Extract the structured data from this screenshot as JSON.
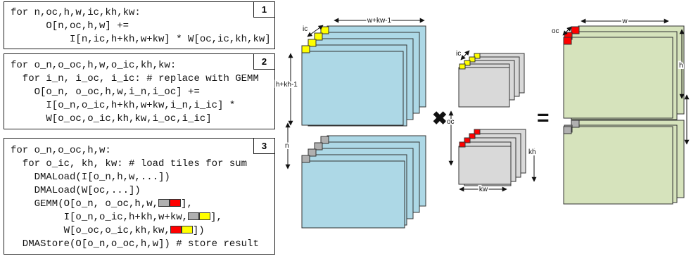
{
  "box1": {
    "number": "1",
    "lines": [
      "for n,oc,h,w,ic,kh,kw:",
      "      O[n,oc,h,w] +=",
      "          I[n,ic,h+kh,w+kw] * W[oc,ic,kh,kw]"
    ]
  },
  "box2": {
    "number": "2",
    "lines": [
      "for o_n,o_oc,h,w,o_ic,kh,kw:",
      "  for i_n, i_oc, i_ic: # replace with GEMM",
      "    O[o_n, o_oc,h,w,i_n,i_oc] +=",
      "      I[o_n,o_ic,h+kh,w+kw,i_n,i_ic] *",
      "      W[o_oc,o_ic,kh,kw,i_oc,i_ic]"
    ]
  },
  "box3": {
    "number": "3",
    "lines": [
      "for o_n,o_oc,h,w:",
      "  for o_ic, kh, kw: # load tiles for sum",
      "    DMALoad(I[o_n,h,w,...])",
      "    DMALoad(W[oc,...])"
    ],
    "gemm": [
      "    GEMM(O[o_n, o_oc,h,w,",
      "],"
    ],
    "gemm_i": [
      "         I[o_n,o_ic,h+kh,w+kw,",
      "],"
    ],
    "gemm_w": [
      "         W[o_oc,o_ic,kh,kw,",
      "])"
    ],
    "store": "  DMAStore(O[o_n,o_oc,h,w]) # store result"
  },
  "labels": {
    "input_width": "w+kw-1",
    "input_channels": "ic",
    "input_height": "h+kh-1",
    "batch": "n",
    "weight_channels": "ic",
    "weight_oc": "oc",
    "weight_kh": "kh",
    "weight_kw": "kw",
    "output_oc": "oc",
    "output_width": "w",
    "output_height": "h",
    "times_symbol": "✖",
    "equals_symbol": "="
  },
  "colors": {
    "input_fill": "#add8e6",
    "weight_fill": "#d9d9d9",
    "output_fill": "#d6e3bc",
    "highlight_yellow": "#ffff00",
    "highlight_red": "#ff0000",
    "tile_gray": "#b0b0b0"
  }
}
